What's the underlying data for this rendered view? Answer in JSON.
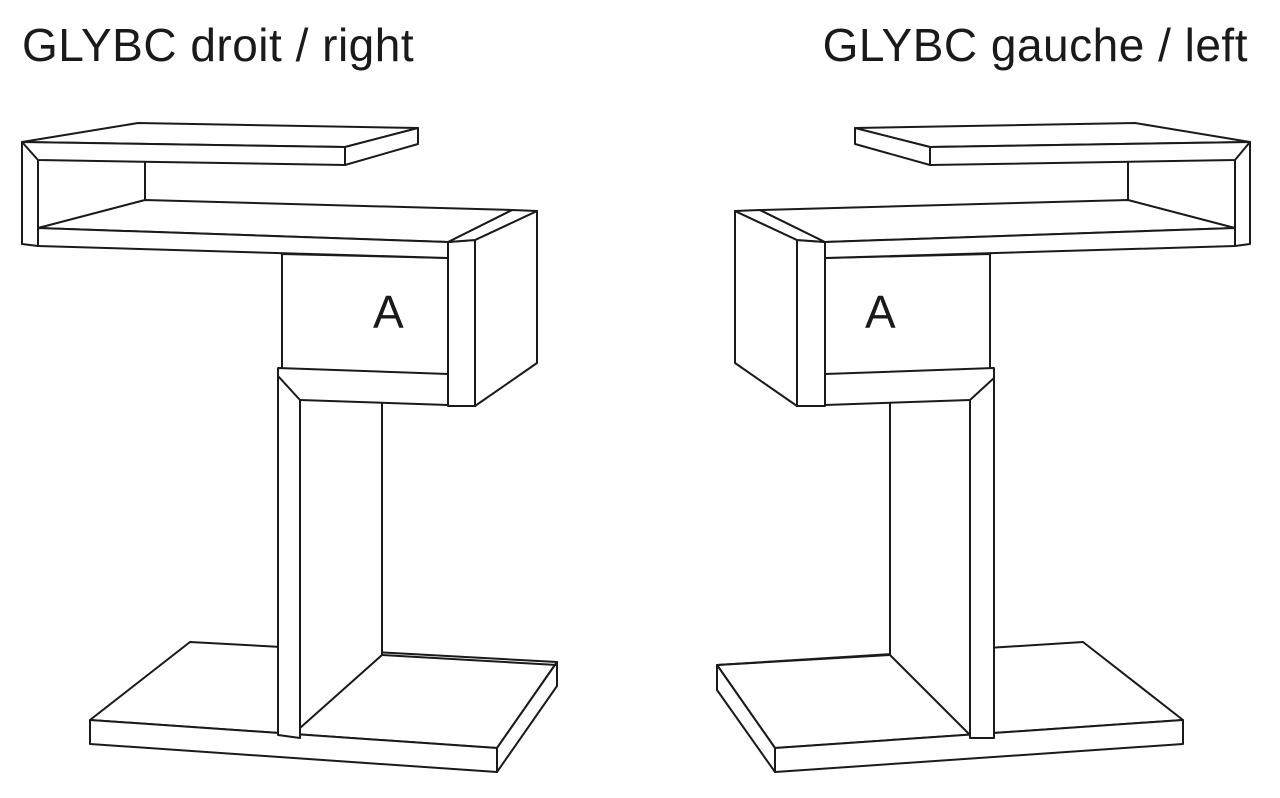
{
  "labels": {
    "right_variant": "GLYBC droit / right",
    "left_variant": "GLYBC gauche / left"
  },
  "drawer_label_right": "A",
  "drawer_label_left": "A"
}
